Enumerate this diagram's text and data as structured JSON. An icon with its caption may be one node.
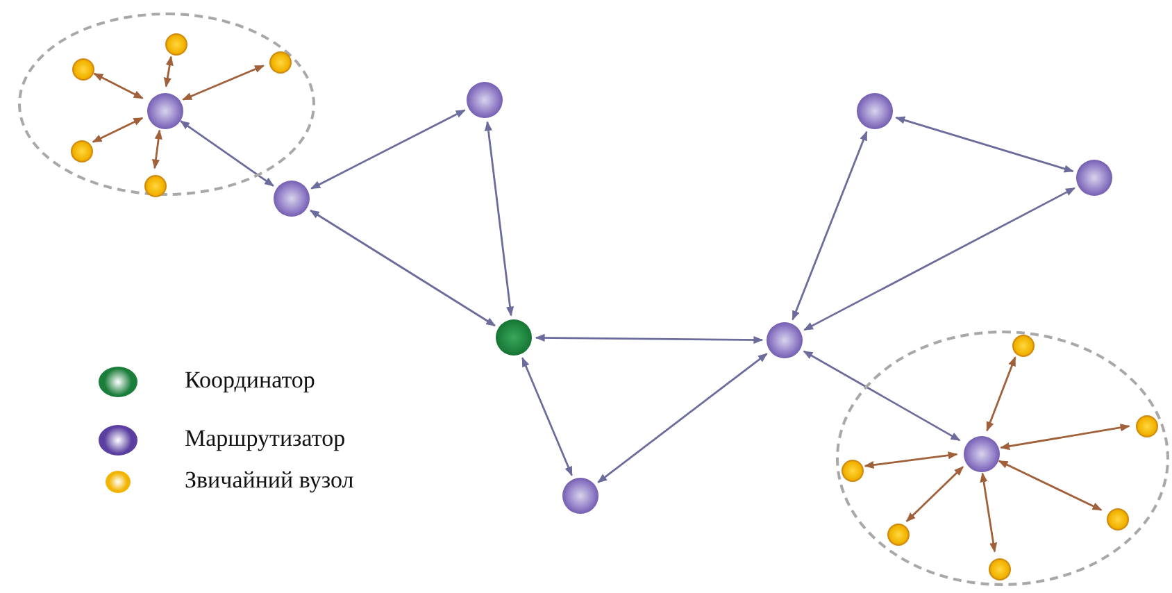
{
  "diagram": {
    "nodes": [
      {
        "text": [],
        "shape": "ellipse"
      },
      {
        "text": [],
        "shape": "circle",
        "in": 0
      },
      {
        "text": [],
        "shape": "circle",
        "in": 0
      },
      {
        "text": [],
        "shape": "circle",
        "in": 0
      },
      {
        "text": [],
        "shape": "circle",
        "in": 0
      },
      {
        "text": [],
        "shape": "circle",
        "in": 0
      },
      {
        "text": [],
        "shape": "circle",
        "in": 0
      },
      {
        "text": [],
        "shape": "circle"
      },
      {
        "text": [],
        "shape": "circle"
      },
      {
        "text": [],
        "shape": "circle"
      },
      {
        "text": [],
        "shape": "circle"
      },
      {
        "text": [],
        "shape": "circle"
      },
      {
        "text": [],
        "shape": "circle"
      },
      {
        "text": [],
        "shape": "ellipse"
      },
      {
        "text": [],
        "shape": "circle",
        "in": 13
      },
      {
        "text": [],
        "shape": "circle",
        "in": 13
      },
      {
        "text": [],
        "shape": "circle",
        "in": 13
      },
      {
        "text": [],
        "shape": "circle",
        "in": 13
      },
      {
        "text": [],
        "shape": "circle",
        "in": 13
      },
      {
        "text": [],
        "shape": "circle",
        "in": 13
      },
      {
        "text": [],
        "shape": "circle",
        "in": 13
      },
      {
        "text": [],
        "shape": "circle"
      }
    ],
    "edges": [
      {
        "from": 1,
        "to": 2,
        "arrow": "both",
        "color": "#a0603a"
      },
      {
        "from": 1,
        "to": 3,
        "arrow": "both",
        "color": "#a0603a"
      },
      {
        "from": 1,
        "to": 4,
        "arrow": "both",
        "color": "#a0603a"
      },
      {
        "from": 1,
        "to": 5,
        "arrow": "both",
        "color": "#a0603a"
      },
      {
        "from": 1,
        "to": 6,
        "arrow": "both",
        "color": "#a0603a"
      },
      {
        "from": 1,
        "to": 10,
        "arrow": "both",
        "color": "#6c6c9c"
      },
      {
        "from": 10,
        "to": 7,
        "arrow": "both",
        "color": "#6c6c9c"
      },
      {
        "from": 7,
        "to": 11,
        "arrow": "both",
        "color": "#6c6c9c"
      },
      {
        "from": 10,
        "to": 11,
        "arrow": "both",
        "color": "#6c6c9c"
      },
      {
        "from": 11,
        "to": 12,
        "arrow": "both",
        "color": "#6c6c9c"
      },
      {
        "from": 11,
        "to": 21,
        "arrow": "both",
        "color": "#6c6c9c"
      },
      {
        "from": 12,
        "to": 21,
        "arrow": "both",
        "color": "#6c6c9c"
      },
      {
        "from": 12,
        "to": 8,
        "arrow": "both",
        "color": "#6c6c9c"
      },
      {
        "from": 12,
        "to": 9,
        "arrow": "both",
        "color": "#6c6c9c"
      },
      {
        "from": 8,
        "to": 9,
        "arrow": "both",
        "color": "#6c6c9c"
      },
      {
        "from": 12,
        "to": 14,
        "arrow": "both",
        "color": "#6c6c9c"
      },
      {
        "from": 14,
        "to": 15,
        "arrow": "both",
        "color": "#a0603a"
      },
      {
        "from": 14,
        "to": 16,
        "arrow": "both",
        "color": "#a0603a"
      },
      {
        "from": 14,
        "to": 17,
        "arrow": "both",
        "color": "#a0603a"
      },
      {
        "from": 14,
        "to": 18,
        "arrow": "both",
        "color": "#a0603a"
      },
      {
        "from": 14,
        "to": 19,
        "arrow": "both",
        "color": "#a0603a"
      },
      {
        "from": 14,
        "to": 20,
        "arrow": "both",
        "color": "#a0603a"
      }
    ],
    "legend": [
      {
        "text": "Координатор",
        "color": "#1a7d3a"
      },
      {
        "text": "Маршрутизатор",
        "color": "#5a3ea0"
      },
      {
        "text": "Звичайний вузол",
        "color": "#f2b400"
      }
    ]
  }
}
